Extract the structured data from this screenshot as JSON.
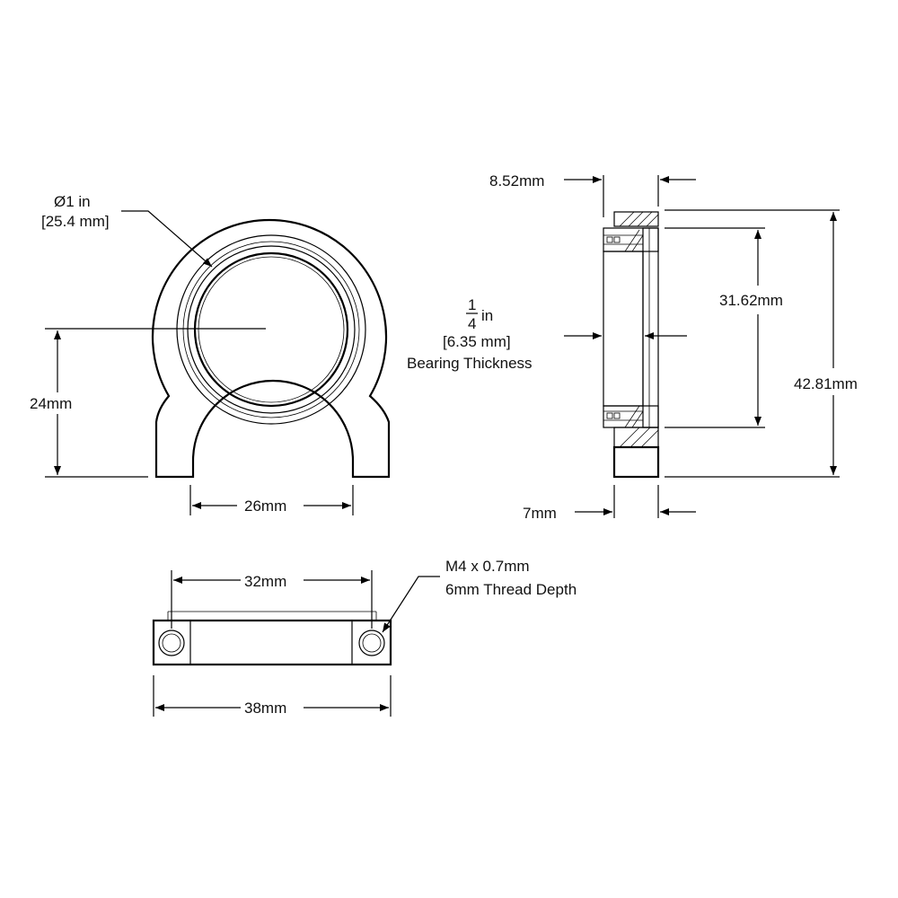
{
  "front_view": {
    "diameter_line1": "Ø1 in",
    "diameter_line2": "[25.4 mm]",
    "height_dim": "24mm",
    "foot_gap_dim": "26mm"
  },
  "side_view": {
    "top_thickness_dim": "8.52mm",
    "bearing_numerator": "1",
    "bearing_denominator": "4",
    "bearing_unit": "in",
    "bearing_mm": "[6.35 mm]",
    "bearing_caption": "Bearing Thickness",
    "inner_height_dim": "31.62mm",
    "overall_height_dim": "42.81mm",
    "base_thickness_dim": "7mm"
  },
  "bottom_view": {
    "hole_spacing_dim": "32mm",
    "thread_line1": "M4 x 0.7mm",
    "thread_line2": "6mm Thread Depth",
    "overall_width_dim": "38mm"
  },
  "colors": {
    "line": "#000000",
    "background": "#ffffff"
  }
}
